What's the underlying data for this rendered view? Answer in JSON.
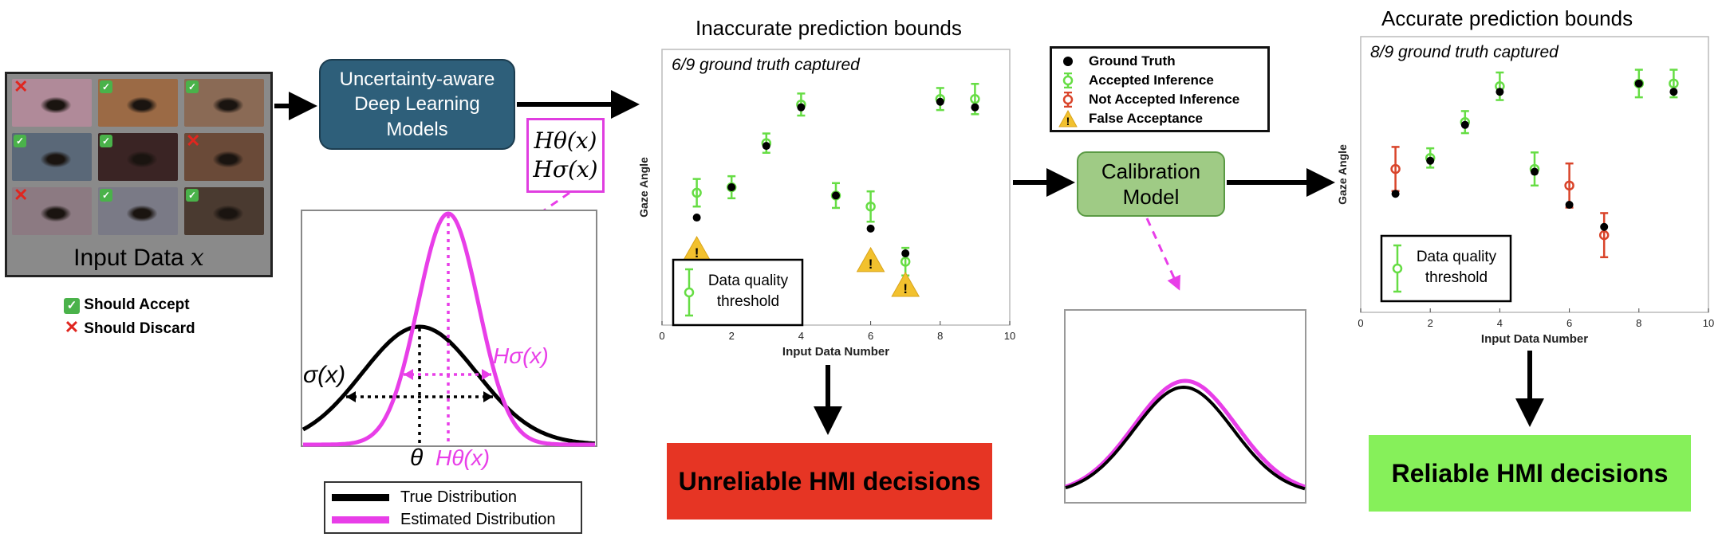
{
  "input_panel": {
    "caption": "Input Data ",
    "caption_var": "x",
    "cells": [
      {
        "status": "discard",
        "skin": "#b08a99"
      },
      {
        "status": "accept",
        "skin": "#9b6a45"
      },
      {
        "status": "accept",
        "skin": "#8a6a55"
      },
      {
        "status": "accept",
        "skin": "#5a6878"
      },
      {
        "status": "accept",
        "skin": "#3a2424"
      },
      {
        "status": "discard",
        "skin": "#6a4a38"
      },
      {
        "status": "discard",
        "skin": "#8c7a82"
      },
      {
        "status": "accept",
        "skin": "#7a7a86"
      },
      {
        "status": "accept",
        "skin": "#4a3a30"
      }
    ],
    "legend_accept": "Should Accept",
    "legend_discard": "Should Discard"
  },
  "model_box": {
    "label": "Uncertainty-aware Deep Learning Models"
  },
  "h_box": {
    "line1": "Hθ(x)",
    "line2": "Hσ(x)"
  },
  "distribution_plot": {
    "label_sigma": "σ(x)",
    "label_h_sigma": "Hσ(x)",
    "label_theta": "θ",
    "label_h_theta": "Hθ(x)",
    "legend": [
      {
        "name": "True Distribution",
        "color": "#000000"
      },
      {
        "name": "Estimated Distribution",
        "color": "#e83ee8"
      }
    ]
  },
  "calibration_box": {
    "label": "Calibration Model"
  },
  "point_legend": {
    "items": [
      {
        "label": "Ground Truth",
        "marker": "dot"
      },
      {
        "label": "Accepted Inference",
        "marker": "green-errbar"
      },
      {
        "label": "Not Accepted Inference",
        "marker": "red-errbar"
      },
      {
        "label": "False Acceptance",
        "marker": "warning"
      }
    ]
  },
  "colors": {
    "accepted": "#66dd44",
    "rejected": "#d9442a",
    "magenta": "#e83ee8",
    "model_box": "#2e5f7a",
    "calibration_box": "#9fcb85"
  },
  "decisions": {
    "unreliable": "Unreliable HMI decisions",
    "reliable": "Reliable HMI decisions"
  },
  "chart_data": [
    {
      "type": "scatter",
      "title": "Inaccurate prediction bounds",
      "annotation": "6/9 ground truth captured",
      "xlabel": "Input Data Number",
      "ylabel": "Gaze Angle",
      "xlim": [
        0,
        10
      ],
      "xticks": [
        0,
        2,
        4,
        6,
        8,
        10
      ],
      "ylim": [
        0,
        10
      ],
      "threshold_box": "Data quality threshold",
      "ground_truth": [
        {
          "x": 1,
          "y": 3.9
        },
        {
          "x": 2,
          "y": 5.0
        },
        {
          "x": 3,
          "y": 6.5
        },
        {
          "x": 4,
          "y": 7.9
        },
        {
          "x": 5,
          "y": 4.7
        },
        {
          "x": 6,
          "y": 3.5
        },
        {
          "x": 7,
          "y": 2.6
        },
        {
          "x": 8,
          "y": 8.1
        },
        {
          "x": 9,
          "y": 7.9
        }
      ],
      "inference": [
        {
          "x": 1,
          "y": 4.8,
          "err": 0.5,
          "status": "accepted"
        },
        {
          "x": 2,
          "y": 5.0,
          "err": 0.4,
          "status": "accepted"
        },
        {
          "x": 3,
          "y": 6.6,
          "err": 0.35,
          "status": "accepted"
        },
        {
          "x": 4,
          "y": 8.0,
          "err": 0.4,
          "status": "accepted"
        },
        {
          "x": 5,
          "y": 4.7,
          "err": 0.45,
          "status": "accepted"
        },
        {
          "x": 6,
          "y": 4.3,
          "err": 0.55,
          "status": "accepted"
        },
        {
          "x": 7,
          "y": 2.3,
          "err": 0.5,
          "status": "accepted"
        },
        {
          "x": 8,
          "y": 8.2,
          "err": 0.4,
          "status": "accepted"
        },
        {
          "x": 9,
          "y": 8.2,
          "err": 0.55,
          "status": "accepted"
        }
      ],
      "false_acceptances": [
        1,
        6,
        7
      ]
    },
    {
      "type": "scatter",
      "title": "Accurate prediction bounds",
      "annotation": "8/9 ground truth captured",
      "xlabel": "Input Data Number",
      "ylabel": "Gaze Angle",
      "xlim": [
        0,
        10
      ],
      "xticks": [
        0,
        2,
        4,
        6,
        8,
        10
      ],
      "ylim": [
        0,
        10
      ],
      "threshold_box": "Data quality threshold",
      "ground_truth": [
        {
          "x": 1,
          "y": 4.3
        },
        {
          "x": 2,
          "y": 5.5
        },
        {
          "x": 3,
          "y": 6.8
        },
        {
          "x": 4,
          "y": 8.0
        },
        {
          "x": 5,
          "y": 5.1
        },
        {
          "x": 6,
          "y": 3.9
        },
        {
          "x": 7,
          "y": 3.1
        },
        {
          "x": 8,
          "y": 8.3
        },
        {
          "x": 9,
          "y": 8.0
        }
      ],
      "inference": [
        {
          "x": 1,
          "y": 5.2,
          "err": 0.8,
          "status": "rejected"
        },
        {
          "x": 2,
          "y": 5.6,
          "err": 0.35,
          "status": "accepted"
        },
        {
          "x": 3,
          "y": 6.9,
          "err": 0.4,
          "status": "accepted"
        },
        {
          "x": 4,
          "y": 8.2,
          "err": 0.5,
          "status": "accepted"
        },
        {
          "x": 5,
          "y": 5.2,
          "err": 0.6,
          "status": "accepted"
        },
        {
          "x": 6,
          "y": 4.6,
          "err": 0.8,
          "status": "rejected"
        },
        {
          "x": 7,
          "y": 2.8,
          "err": 0.8,
          "status": "rejected"
        },
        {
          "x": 8,
          "y": 8.3,
          "err": 0.5,
          "status": "accepted"
        },
        {
          "x": 9,
          "y": 8.3,
          "err": 0.5,
          "status": "accepted"
        }
      ],
      "false_acceptances": []
    }
  ]
}
